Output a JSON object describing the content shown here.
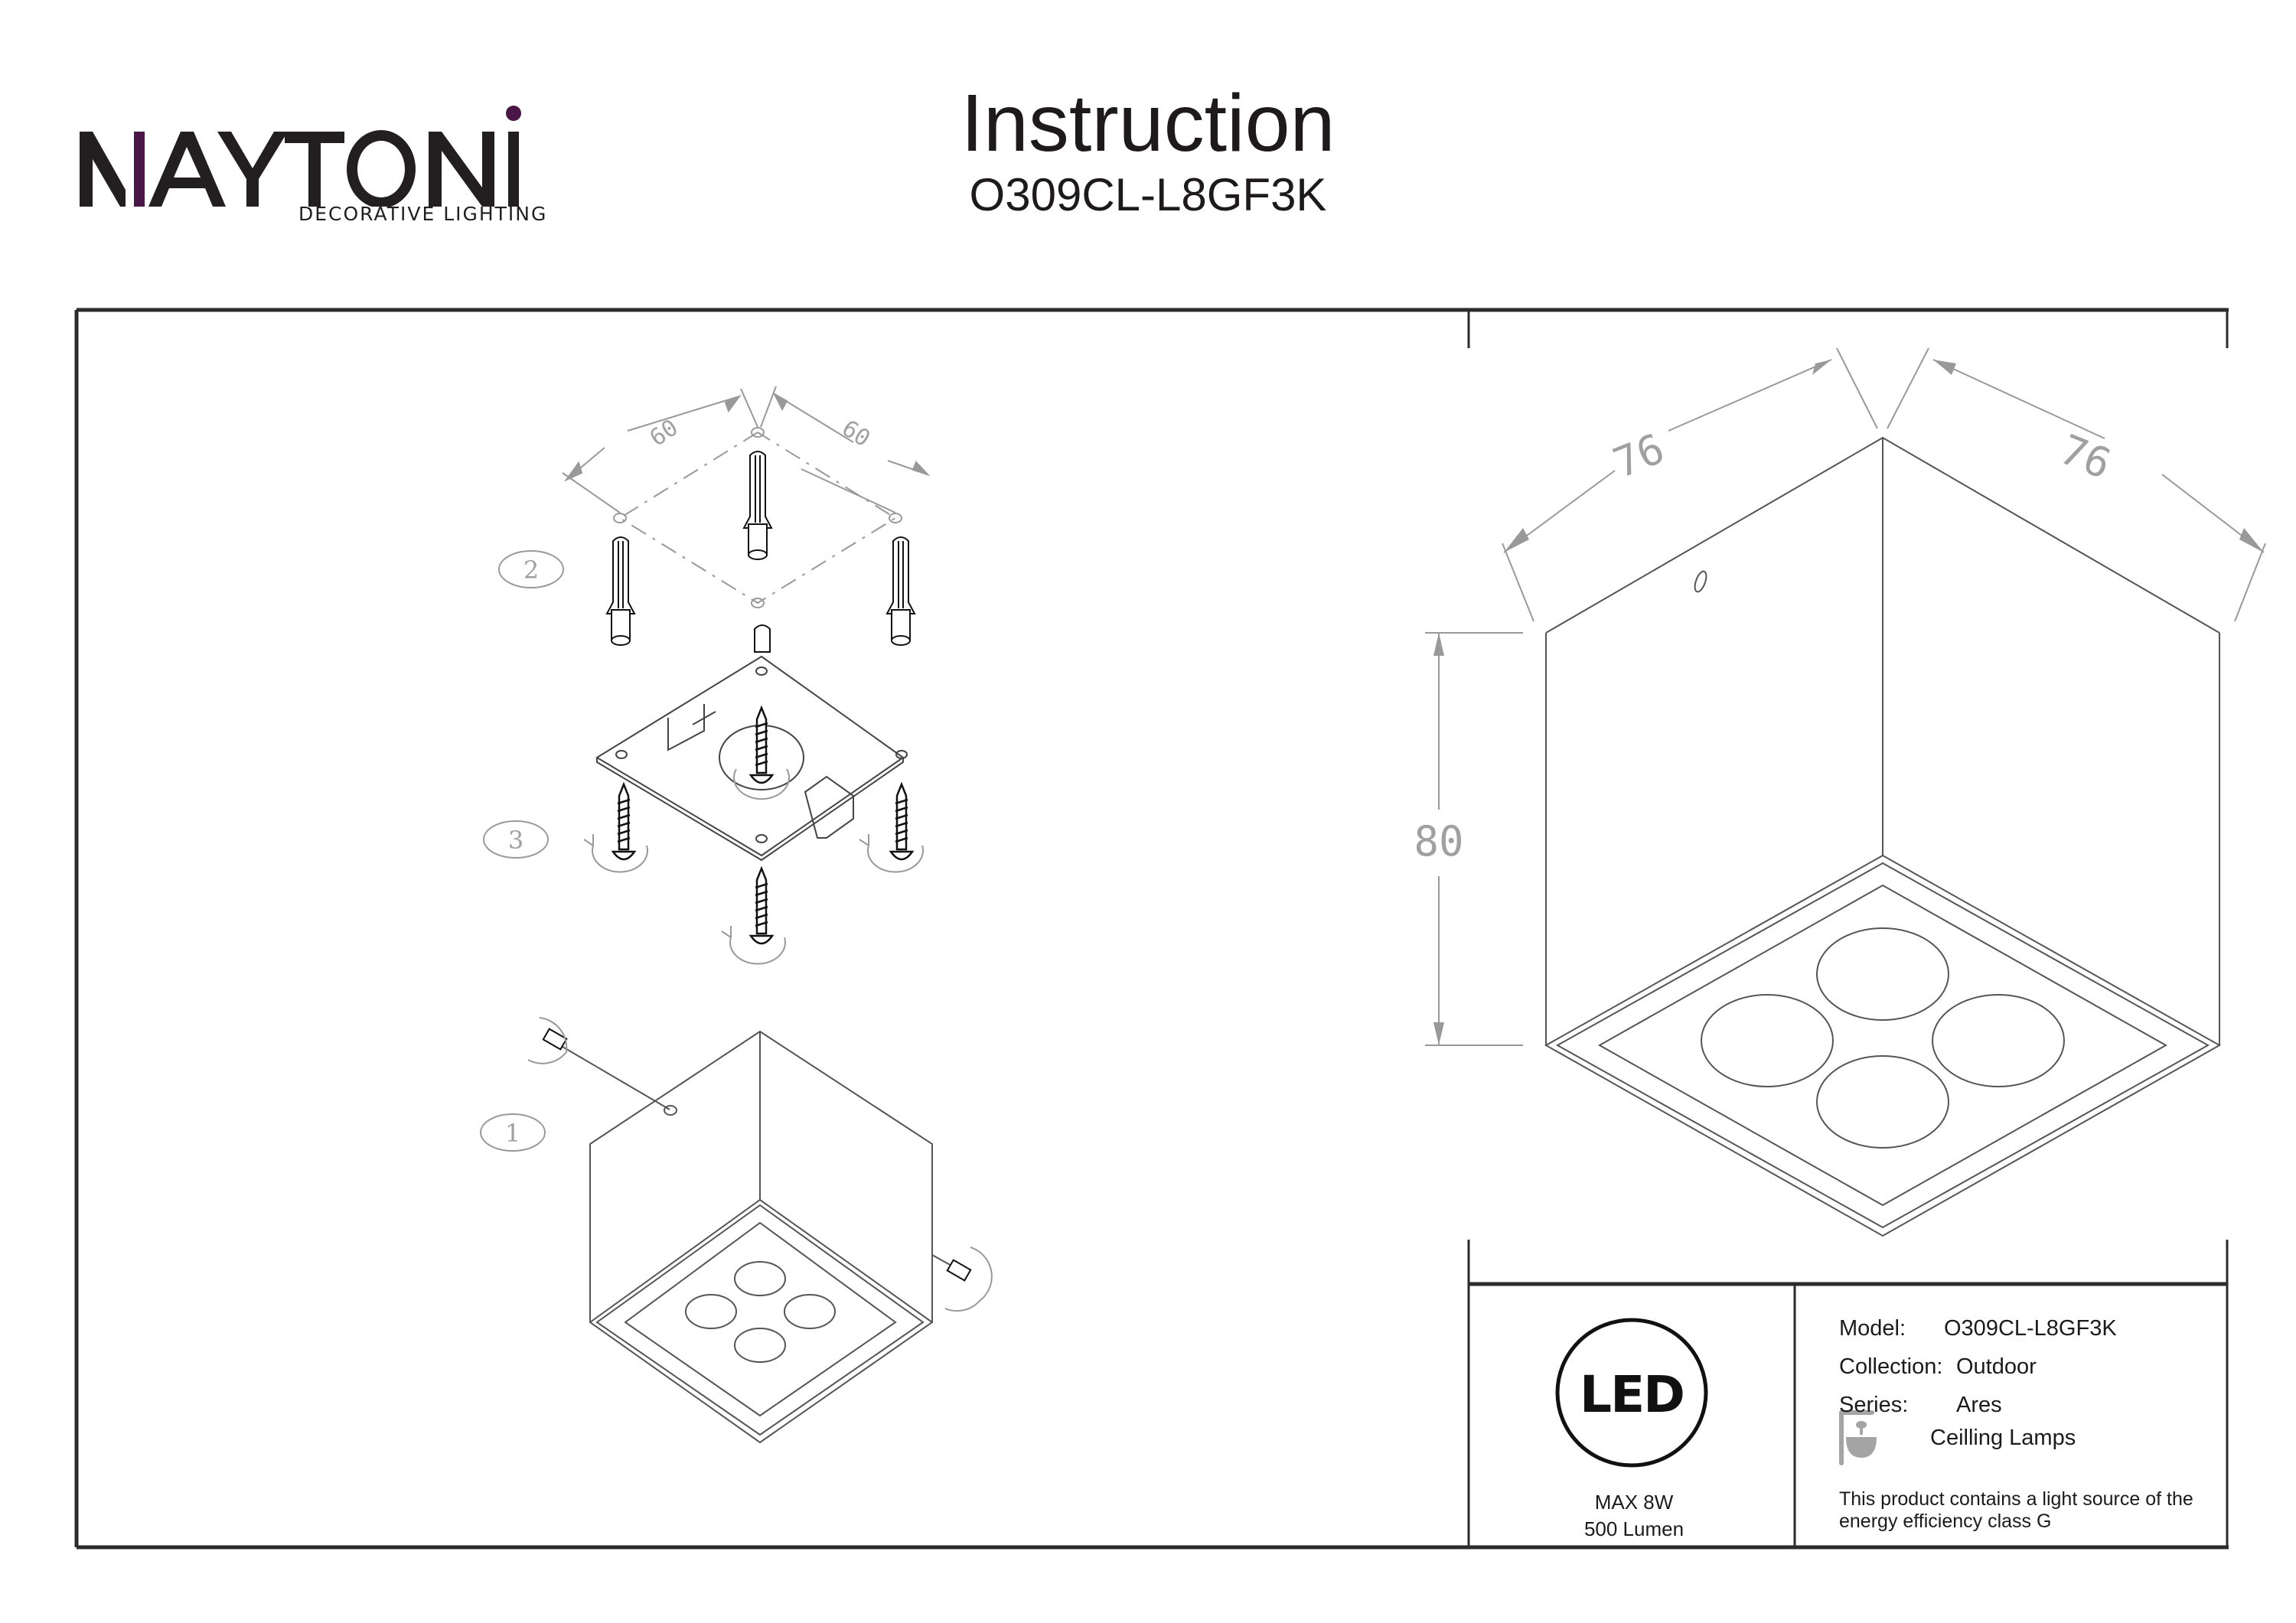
{
  "brand": {
    "logo_text": "MAYTONI",
    "tagline": "DECORATIVE LIGHTING",
    "accent_color": "#4a1648"
  },
  "header": {
    "title": "Instruction",
    "model_code": "O309CL-L8GF3K"
  },
  "assembly": {
    "steps": [
      {
        "label": "1"
      },
      {
        "label": "2"
      },
      {
        "label": "3"
      }
    ],
    "mounting_hole_spacing": [
      "60",
      "60"
    ]
  },
  "dimensions": {
    "width_left": "76",
    "width_right": "76",
    "height": "80"
  },
  "led_panel": {
    "icon_text": "LED",
    "power": "MAX 8W",
    "lumen": "500 Lumen"
  },
  "spec": {
    "model_label": "Model:",
    "model_value": "O309CL-L8GF3K",
    "collection_label": "Collection:",
    "collection_value": "Outdoor",
    "series_label": "Series:",
    "series_value": "Ares",
    "type_icon": "ceiling-lamp-icon",
    "type_label": "Ceilling Lamps",
    "energy_note_line1": "This product contains a light source of the",
    "energy_note_line2": "energy efficiency class G"
  }
}
